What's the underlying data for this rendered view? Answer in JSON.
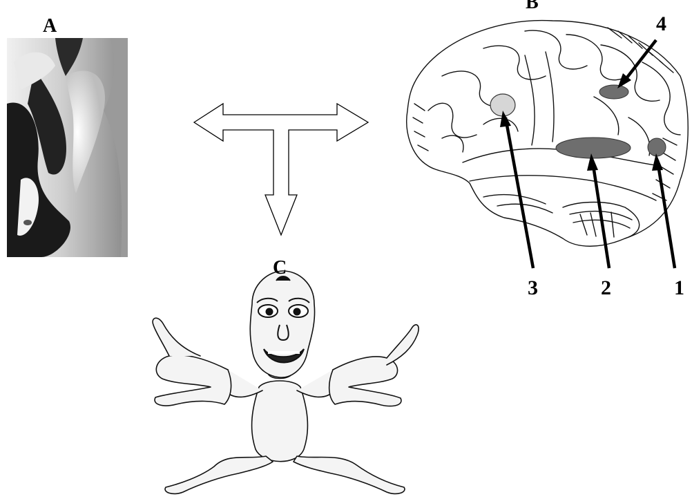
{
  "panels": {
    "a": {
      "label": "A"
    },
    "b": {
      "label": "B"
    },
    "c": {
      "label": "C"
    }
  },
  "brain_markers": [
    {
      "id": "1",
      "label": "1",
      "fill": "#6e6e6e"
    },
    {
      "id": "2",
      "label": "2",
      "fill": "#6e6e6e"
    },
    {
      "id": "3",
      "label": "3",
      "fill": "#d6d6d6"
    },
    {
      "id": "4",
      "label": "4",
      "fill": "#6e6e6e"
    }
  ],
  "colors": {
    "ink": "#000000",
    "region_dark": "#6e6e6e",
    "region_light": "#d6d6d6"
  }
}
